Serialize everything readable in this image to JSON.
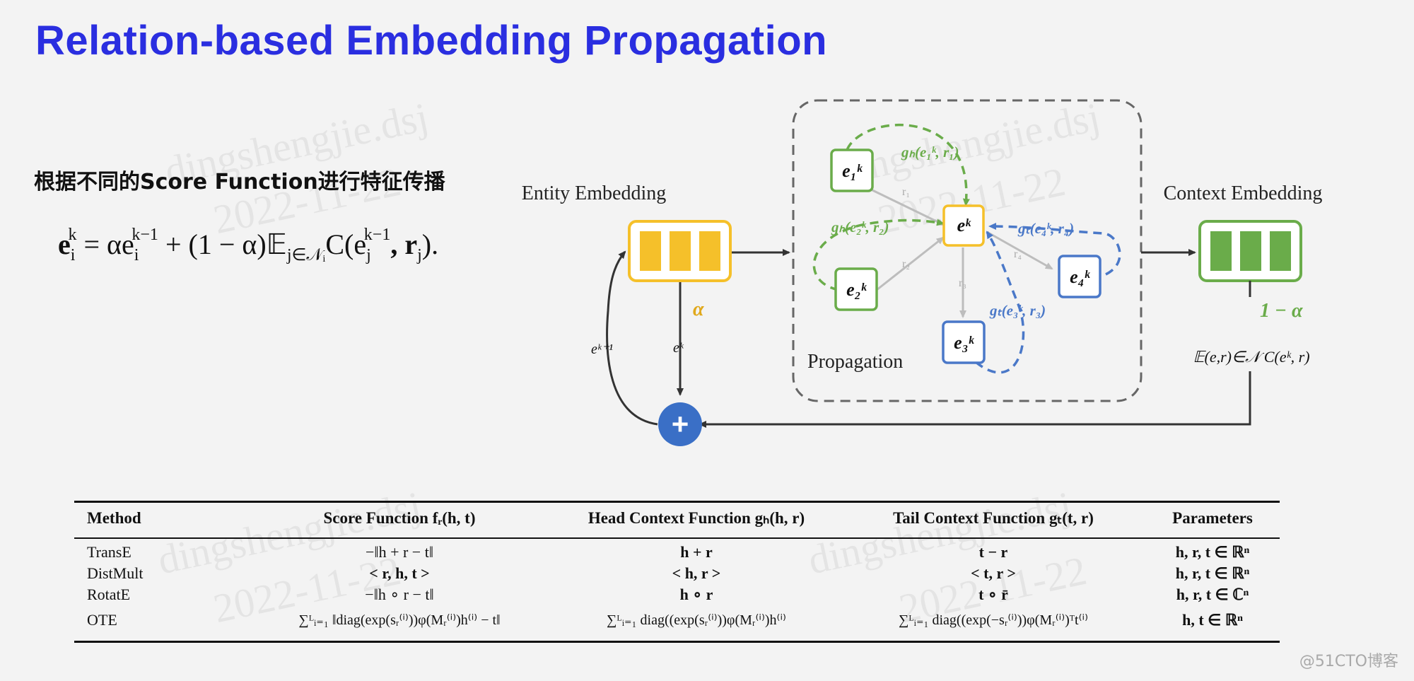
{
  "title": "Relation-based Embedding Propagation",
  "subtitle": "根据不同的Score Function进行特征传播",
  "formula": {
    "lhs": "e",
    "lhs_sub": "i",
    "lhs_sup": "k",
    "text": "= αe",
    "t_sub": "i",
    "t_sup": "k−1",
    "rest": " + (1 − α)𝔼",
    "e_sub": "j∈𝒩ᵢ",
    "tail": "C(e",
    "tail_sub": "j",
    "tail_sup": "k−1",
    "end": ", r",
    "end_sub": "j",
    "close": ")."
  },
  "diagram": {
    "entity_label": "Entity Embedding",
    "context_label": "Context Embedding",
    "propagation_label": "Propagation",
    "alpha": "α",
    "one_minus_alpha": "1 − α",
    "ek": "eᵏ",
    "ek1": "eᵏ⁺¹",
    "expectation": "𝔼(e,r)∈𝒩 C(eᵏ, r)",
    "plus": "+",
    "nodes": {
      "center": "eᵏ",
      "e1": "e₁ᵏ",
      "e2": "e₂ᵏ",
      "e3": "e₃ᵏ",
      "e4": "e₄ᵏ"
    },
    "edge_labels": {
      "r1": "r₁",
      "r2": "r₂",
      "r3": "r₃",
      "r4": "r₄"
    },
    "functions": {
      "gh1": "gₕ(e₁ᵏ, r₁)",
      "gh2": "gₕ(e₂ᵏ, r₂)",
      "gt4": "gₜ(e₄ᵏ, r₄)",
      "gt3": "gₜ(e₃ᵏ, r₃)"
    },
    "colors": {
      "yellow": "#f5c02a",
      "green": "#6aac4a",
      "blue": "#4a78c8",
      "plus_blue": "#3a6fc6",
      "gray": "#b9b9b9"
    }
  },
  "table": {
    "headers": {
      "method": "Method",
      "score": "Score Function fᵣ(h, t)",
      "head": "Head Context Function gₕ(h, r)",
      "tail": "Tail Context Function gₜ(t, r)",
      "params": "Parameters"
    },
    "rows": [
      {
        "method": "TransE",
        "score": "−‖h + r − t‖",
        "head": "h + r",
        "tail": "t − r",
        "params": "h, r, t ∈ ℝⁿ"
      },
      {
        "method": "DistMult",
        "score": "< r, h, t >",
        "head": "< h, r >",
        "tail": "< t, r >",
        "params": "h, r, t ∈ ℝⁿ"
      },
      {
        "method": "RotatE",
        "score": "−‖h ∘ r − t‖",
        "head": "h ∘ r",
        "tail": "t ∘ r̄",
        "params": "h, r, t ∈ ℂⁿ"
      },
      {
        "method": "OTE",
        "score": "∑ᴸᵢ₌₁ ‖diag(exp(sᵣ⁽ⁱ⁾))φ(Mᵣ⁽ⁱ⁾)h⁽ⁱ⁾ − t‖",
        "head": "∑ᴸᵢ₌₁ diag((exp(sᵣ⁽ⁱ⁾))φ(Mᵣ⁽ⁱ⁾)h⁽ⁱ⁾",
        "tail": "∑ᴸᵢ₌₁ diag((exp(−sᵣ⁽ⁱ⁾))φ(Mᵣ⁽ⁱ⁾)ᵀt⁽ⁱ⁾",
        "params": "h, t ∈ ℝⁿ"
      }
    ]
  },
  "watermarks": [
    "dingshengjie.dsj",
    "2022-11-22"
  ],
  "credit": "@51CTO博客"
}
